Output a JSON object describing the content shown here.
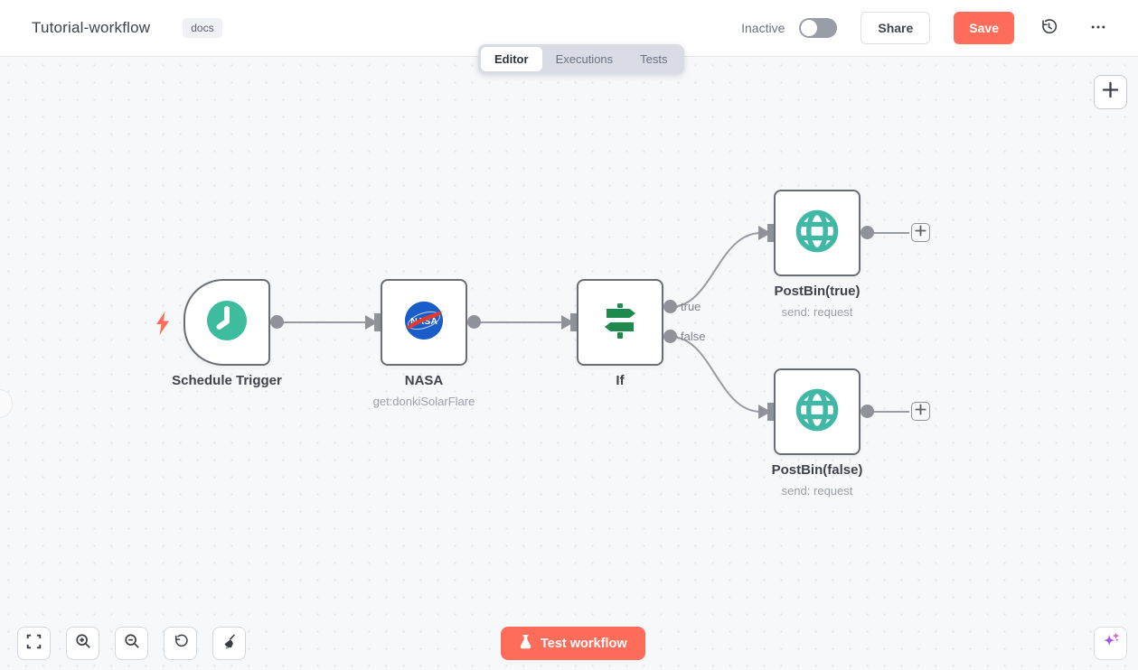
{
  "header": {
    "title": "Tutorial-workflow",
    "tag": "docs",
    "status": "Inactive",
    "share": "Share",
    "save": "Save"
  },
  "tabs": {
    "editor": "Editor",
    "executions": "Executions",
    "tests": "Tests"
  },
  "nodes": {
    "schedule": {
      "name": "Schedule Trigger"
    },
    "nasa": {
      "name": "NASA",
      "subtitle": "get:donkiSolarFlare"
    },
    "if": {
      "name": "If",
      "true_label": "true",
      "false_label": "false"
    },
    "postbin_true": {
      "name": "PostBin(true)",
      "subtitle": "send: request"
    },
    "postbin_false": {
      "name": "PostBin(false)",
      "subtitle": "send: request"
    }
  },
  "footer": {
    "test_button": "Test workflow"
  },
  "colors": {
    "accent": "#ff6d5a",
    "schedule_teal": "#3dbc9e",
    "globe_teal": "#40b8a5",
    "if_green": "#1e8a4d",
    "nasa_blue": "#1a5cc8",
    "nasa_red": "#e23b2e",
    "connector_gray": "#979ba3"
  }
}
